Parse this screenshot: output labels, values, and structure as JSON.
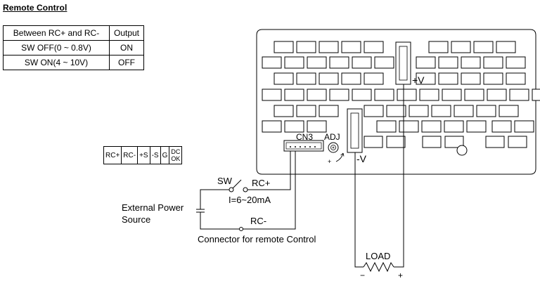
{
  "title": "Remote Control",
  "table": {
    "headers": [
      "Between RC+ and RC-",
      "Output"
    ],
    "rows": [
      [
        "SW OFF(0 ~ 0.8V)",
        "ON"
      ],
      [
        "SW ON(4 ~ 10V)",
        "OFF"
      ]
    ]
  },
  "pins": [
    "RC+",
    "RC-",
    "+S",
    "-S",
    "G",
    "DC",
    "OK"
  ],
  "labels": {
    "cn3": "CN3",
    "adj": "ADJ",
    "adj_plus": "+",
    "plus_v": "+V",
    "minus_v": "-V",
    "sw": "SW",
    "rc_plus": "RC+",
    "current": "I=6~20mA",
    "external_power_line1": "External Power",
    "external_power_line2": "Source",
    "rc_minus": "RC-",
    "connector": "Connector for remote Control",
    "load": "LOAD",
    "load_minus": "−",
    "load_plus": "+"
  }
}
